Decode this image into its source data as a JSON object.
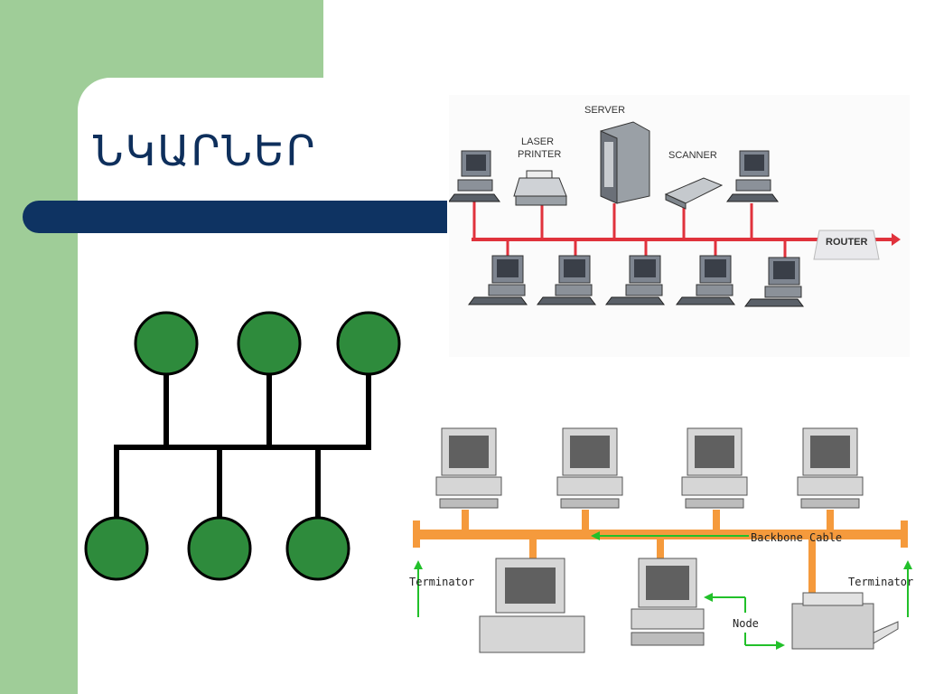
{
  "slide": {
    "title": "ՆԿԱՐՆԵՐ"
  },
  "diagram_top": {
    "labels": {
      "server": "SERVER",
      "laser_printer_line1": "LASER",
      "laser_printer_line2": "PRINTER",
      "scanner": "SCANNER",
      "router": "ROUTER"
    },
    "bus_color": "#e0323c"
  },
  "diagram_left": {
    "node_color": "#2e8b3c"
  },
  "diagram_bottom": {
    "labels": {
      "backbone": "Backbone Cable",
      "terminator_left": "Terminator",
      "terminator_right": "Terminator",
      "node": "Node"
    },
    "cable_color": "#f59a3c",
    "arrow_color": "#22c02a"
  }
}
